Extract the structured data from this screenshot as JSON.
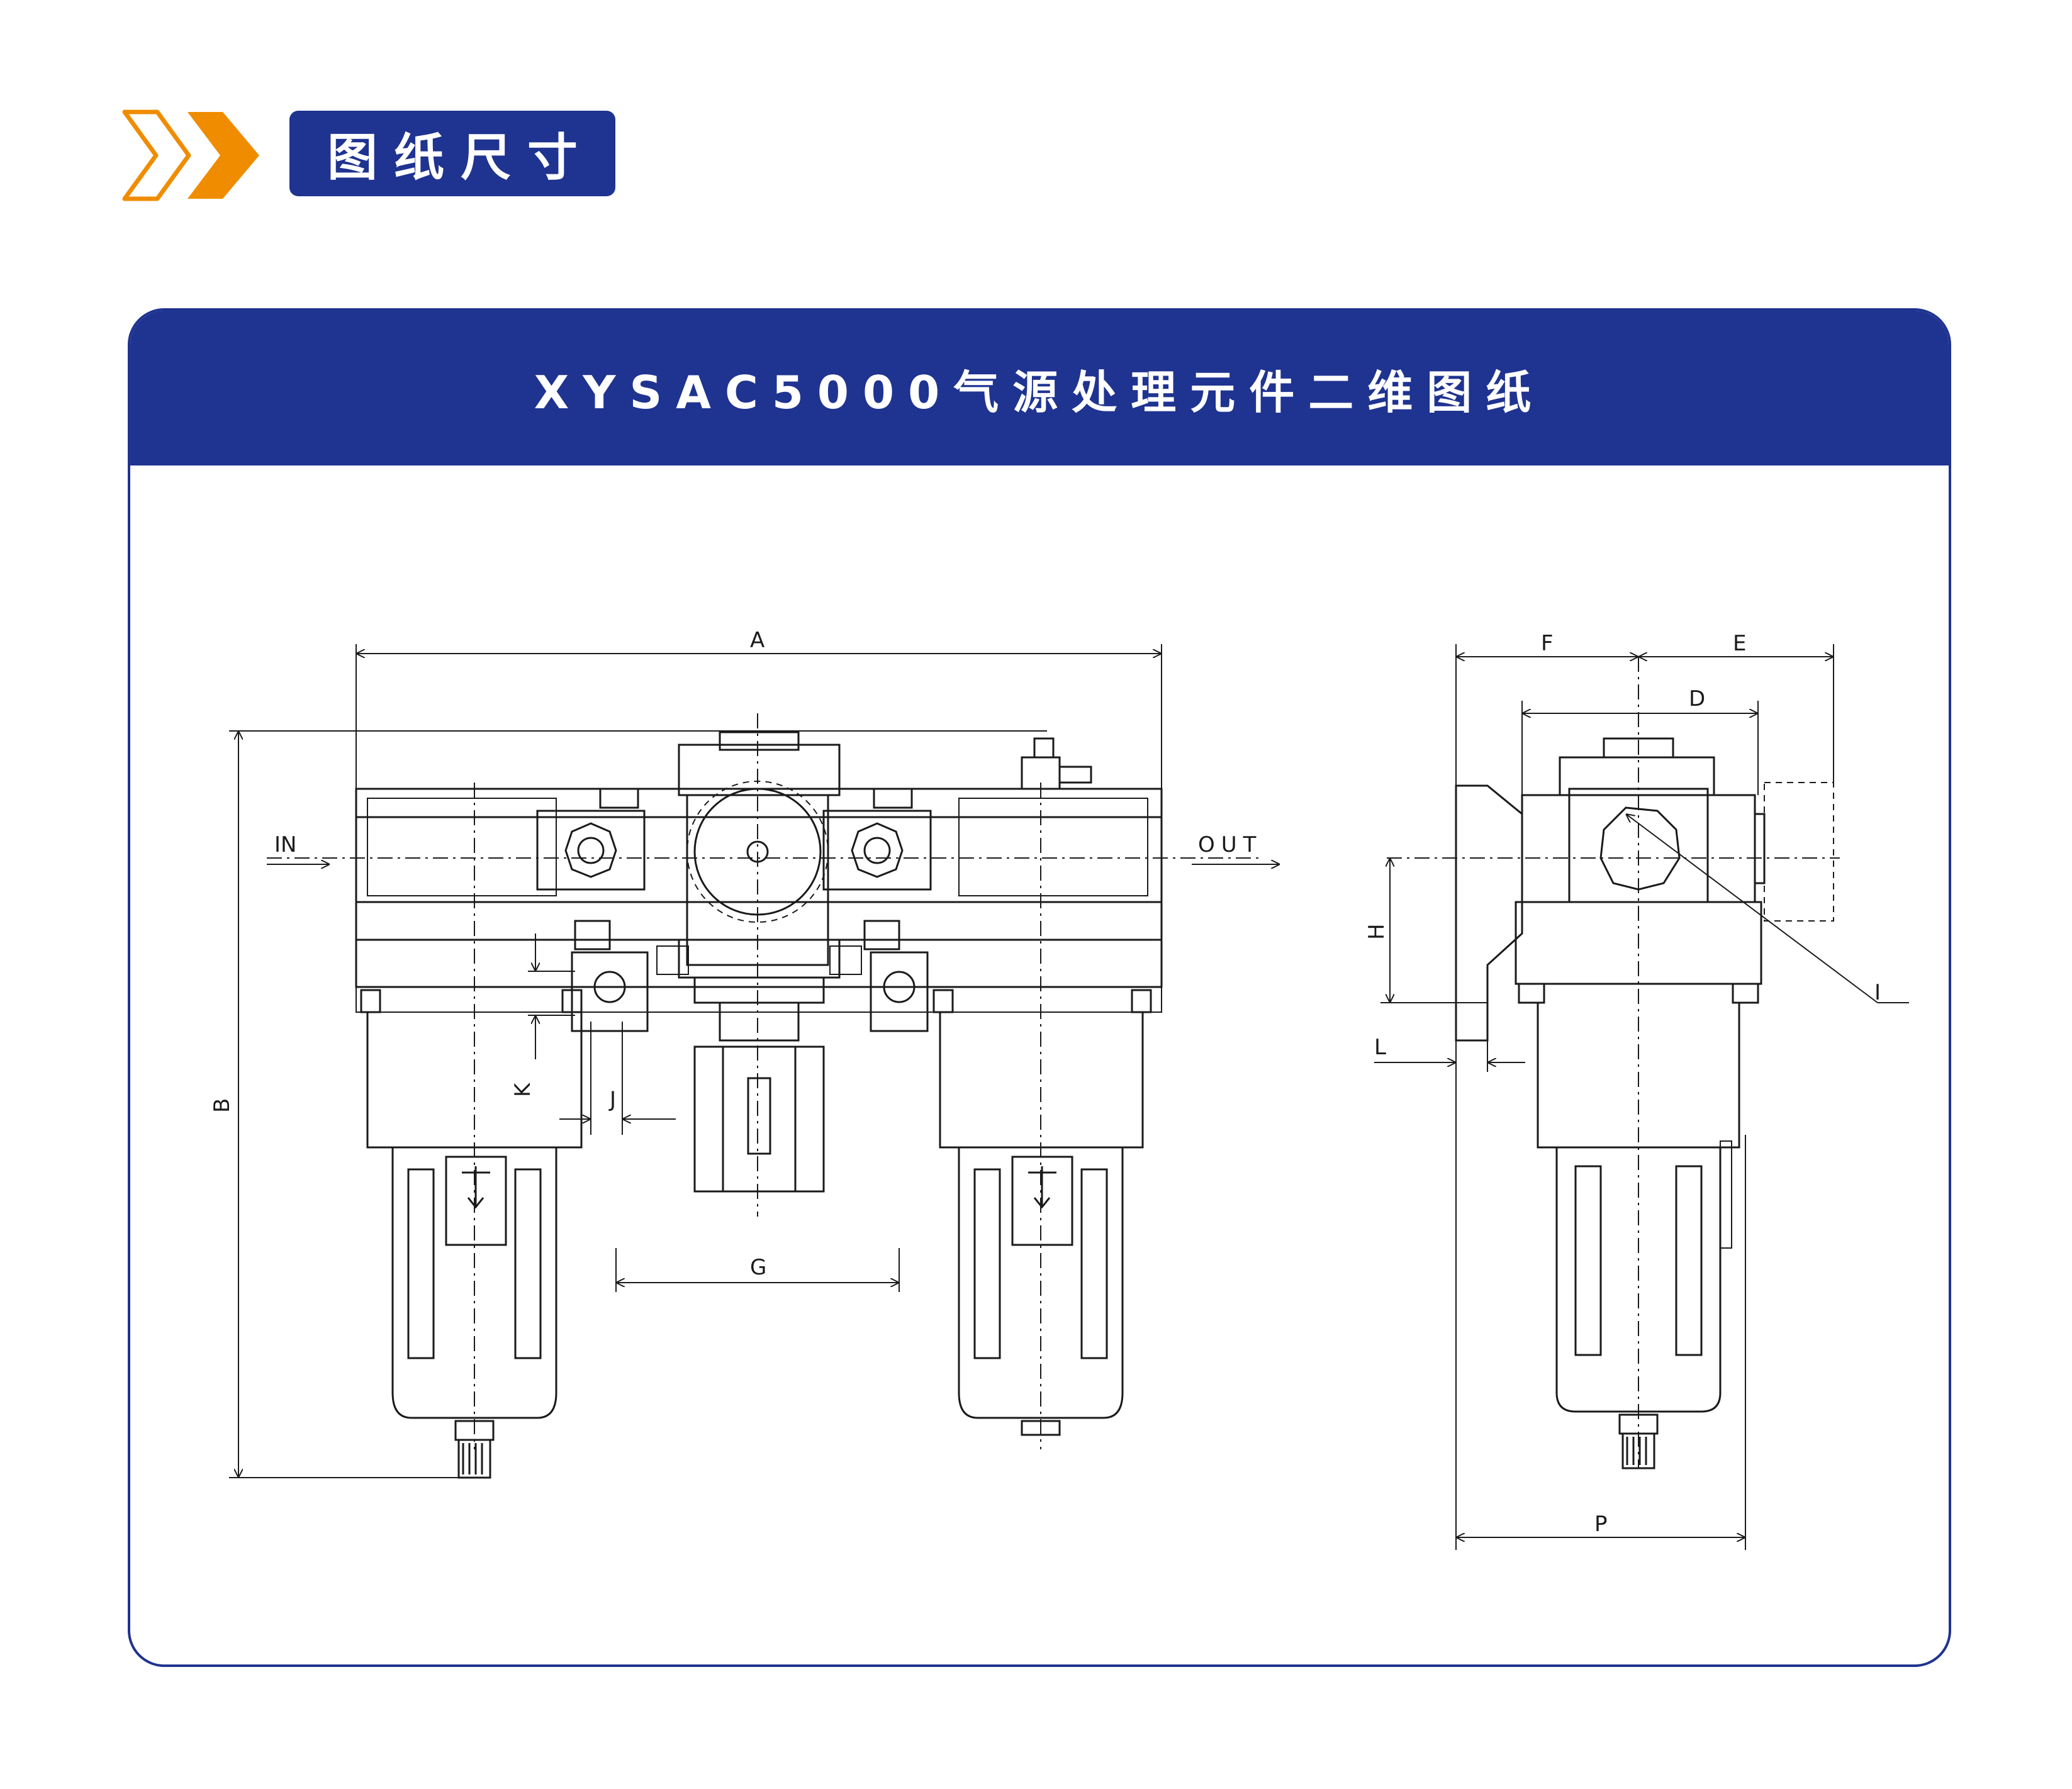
{
  "header": {
    "tag_text": "图纸尺寸",
    "icon": "double-chevron-right-icon",
    "accent_color": "#f08c00",
    "brand_color": "#1f3390"
  },
  "panel": {
    "title": "XYSAC5000气源处理元件二维图纸"
  },
  "drawing": {
    "labels": {
      "A": "A",
      "B": "B",
      "G": "G",
      "J": "J",
      "K": "K",
      "IN": "IN",
      "OUT": "OUT",
      "F": "F",
      "E": "E",
      "D": "D",
      "H": "H",
      "I": "I",
      "L": "L",
      "P": "P"
    }
  }
}
